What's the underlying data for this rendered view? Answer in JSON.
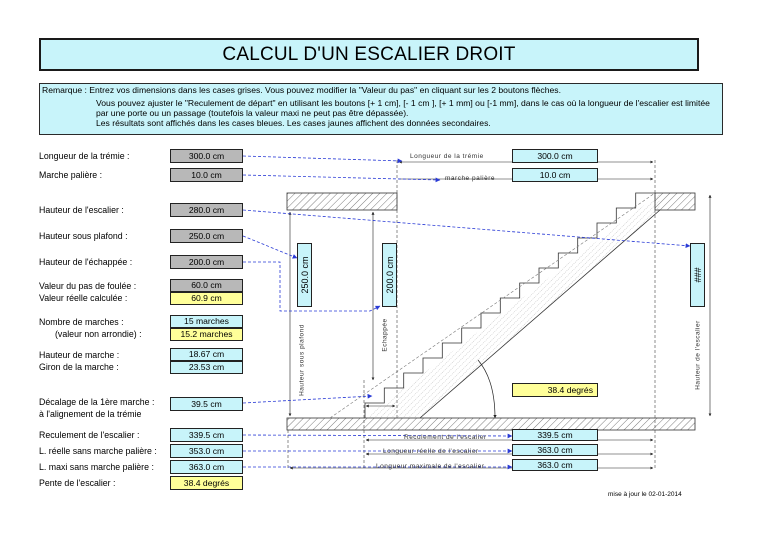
{
  "title": "CALCUL D'UN ESCALIER DROIT",
  "remark": {
    "line1": "Remarque : Entrez vos dimensions dans les cases grises. Vous pouvez modifier la \"Valeur du pas\" en cliquant sur les 2 boutons flèches.",
    "line2": "Vous pouvez ajuster le \"Reculement de départ\" en utilisant les boutons [+ 1 cm], [- 1 cm ], [+ 1 mm] ou [-1 mm], dans le cas où la longueur de l'escalier est limitée par une porte ou un passage (toutefois la valeur maxi ne peut pas être dépassée).",
    "line3": "Les résultats sont affichés dans les cases bleues. Les cases jaunes affichent des données secondaires."
  },
  "inputs": {
    "tremie": {
      "label": "Longueur de la trémie :",
      "value": "300.0 cm"
    },
    "marche_paliere": {
      "label": "Marche palière :",
      "value": "10.0 cm"
    },
    "hauteur_escalier": {
      "label": "Hauteur de l'escalier :",
      "value": "280.0 cm"
    },
    "hauteur_plafond": {
      "label": "Hauteur sous plafond :",
      "value": "250.0 cm"
    },
    "hauteur_echappee": {
      "label": "Hauteur de l'échappée :",
      "value": "200.0 cm"
    },
    "pas_foulee": {
      "label": "Valeur du pas de foulée :",
      "value": "60.0 cm"
    }
  },
  "results": {
    "pas_reel": {
      "label": "Valeur réelle calculée :",
      "value": "60.9 cm"
    },
    "nb_marches": {
      "label": "Nombre de marches :",
      "value": "15 marches"
    },
    "nb_non_arrondi": {
      "label": "(valeur non arrondie) :",
      "value": "15.2 marches"
    },
    "hauteur_marche": {
      "label": "Hauteur de marche :",
      "value": "18.67 cm"
    },
    "giron": {
      "label": "Giron de la marche :",
      "value": "23.53 cm"
    },
    "decalage": {
      "label1": "Décalage de la 1ère marche :",
      "label2": "à l'alignement de la trémie",
      "value": "39.5 cm"
    },
    "reculement": {
      "label": "Reculement de l'escalier :",
      "value": "339.5 cm"
    },
    "l_reelle": {
      "label": "L. réelle sans marche palière :",
      "value": "353.0 cm"
    },
    "l_maxi": {
      "label": "L. maxi sans marche palière :",
      "value": "363.0 cm"
    },
    "pente": {
      "label": "Pente de l'escalier :",
      "value": "38.4 degrés"
    }
  },
  "diagram": {
    "tremie_label": "Longueur de la trémie",
    "tremie_value": "300.0 cm",
    "marche_label": "marche palière",
    "marche_value": "10.0 cm",
    "plafond_value": "250.0 cm",
    "plafond_label": "Hauteur sous plafond",
    "echappee_value": "200.0 cm",
    "echappee_label": "Echappée",
    "hauteur_value": "###",
    "hauteur_label": "Hauteur de l'escalier",
    "angle_value": "38.4 degrés",
    "reculement_label": "Reculement de l'escalier",
    "reculement_value": "339.5 cm",
    "lreelle_label": "Longueur réelle de l'escalier",
    "lreelle_value": "363.0 cm",
    "lmaxi_label": "Longueur maximale de l'escalier",
    "lmaxi_value": "363.0 cm"
  },
  "footer": "mise à jour le 02-01-2014",
  "colors": {
    "input": "#b8b8b8",
    "result": "#c8f4fa",
    "secondary": "#ffff99",
    "arrow": "#2a3bd6"
  }
}
